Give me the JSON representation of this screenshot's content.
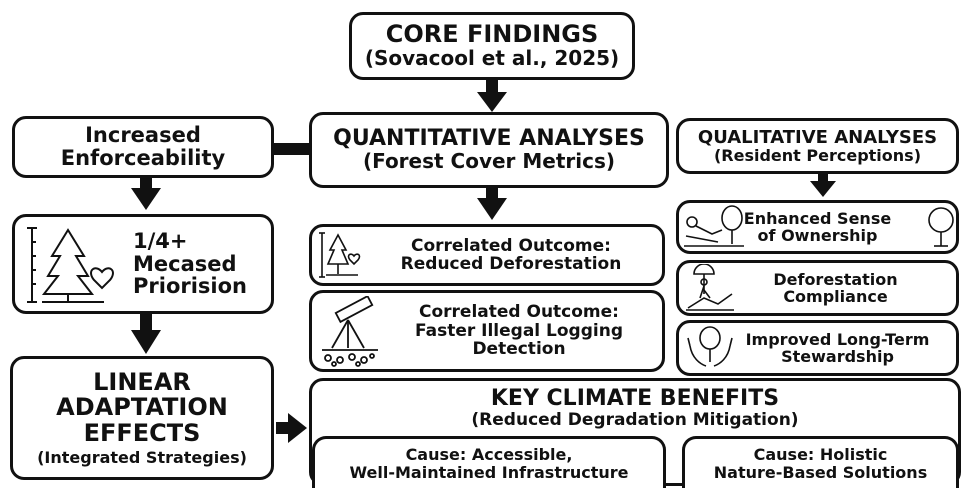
{
  "core": {
    "title": "CORE FINDINGS",
    "subtitle": "(Sovacool et al., 2025)"
  },
  "quant": {
    "title": "QUANTITATIVE ANALYSES",
    "subtitle": "(Forest Cover Metrics)"
  },
  "qual": {
    "title": "QUALITATIVE ANALYSES",
    "subtitle": "(Resident Perceptions)"
  },
  "enforce": {
    "line1": "Increased",
    "line2": "Enforceability"
  },
  "prior": {
    "line1": "1/4+",
    "line2": "Mecased",
    "line3": "Priorision"
  },
  "outcome1": {
    "line1": "Correlated Outcome:",
    "line2": "Reduced Deforestation"
  },
  "outcome2": {
    "line1": "Correlated Outcome:",
    "line2": "Faster Illegal Logging",
    "line3": "Detection"
  },
  "q1": {
    "line1": "Enhanced Sense",
    "line2": "of Ownership"
  },
  "q2": {
    "line1": "Deforestation",
    "line2": "Compliance"
  },
  "q3": {
    "line1": "Improved Long-Term",
    "line2": "Stewardship"
  },
  "linear": {
    "line1": "LINEAR",
    "line2": "ADAPTATION",
    "line3": "EFFECTS",
    "line4": "(Integrated Strategies)"
  },
  "climate": {
    "title": "KEY CLIMATE BENEFITS",
    "subtitle": "(Reduced Degradation Mitigation)"
  },
  "cause1": {
    "line1": "Cause: Accessible,",
    "line2": "Well-Maintained Infrastructure"
  },
  "cause2": {
    "line1": "Cause: Holistic",
    "line2": "Nature-Based Solutions"
  },
  "icons": [
    "tree-ruler-heart-icon",
    "telescope-icon",
    "person-relaxing-tree-icon",
    "hiker-flag-icon",
    "hands-tree-icon",
    "tree-icon"
  ]
}
